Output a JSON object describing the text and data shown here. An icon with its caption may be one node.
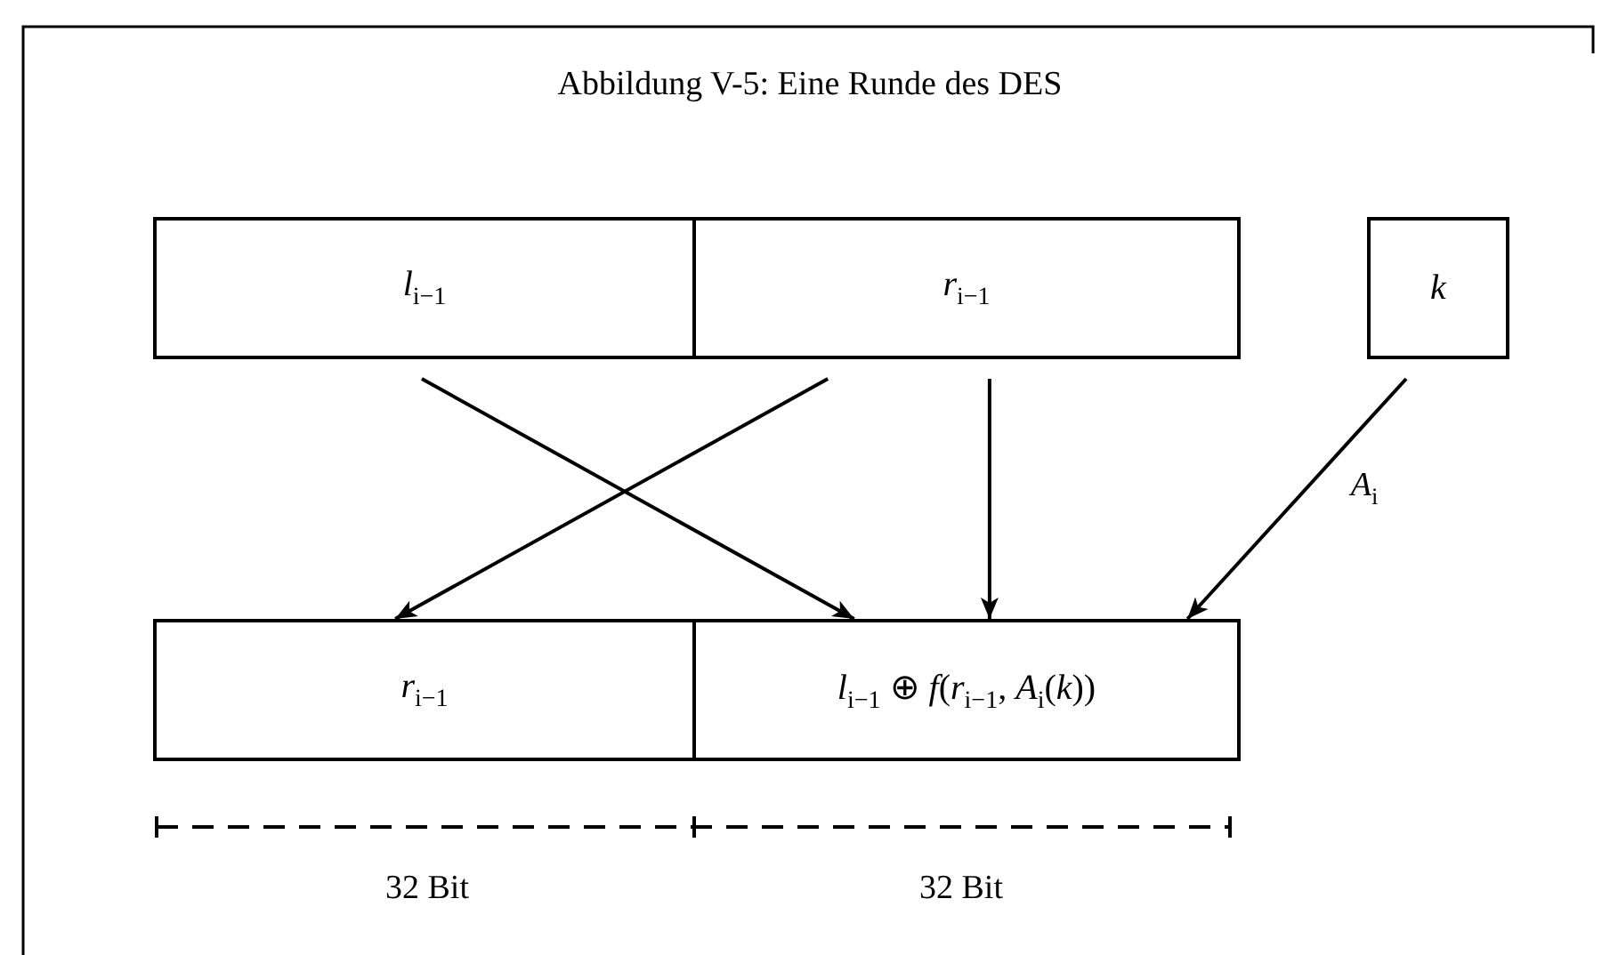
{
  "diagram": {
    "title": "Abbildung V-5: Eine Runde des DES",
    "nodes": [
      {
        "text": [
          "*l*$_{i−1}$"
        ]
      },
      {
        "text": [
          "*r*$_{i−1}$"
        ]
      },
      {
        "text": [
          "*k*"
        ]
      },
      {
        "text": [
          "*r*$_{i−1}$"
        ]
      },
      {
        "text": [
          "*l*$_{i−1}$ ⊕ *f*(*r*$_{i−1}$, *A*$_{i}$(*k*))"
        ]
      }
    ],
    "edges": [
      {
        "from": 0,
        "to": 4,
        "arrow": "to"
      },
      {
        "from": 1,
        "to": 3,
        "arrow": "to"
      },
      {
        "from": 1,
        "to": 4,
        "arrow": "to"
      },
      {
        "from": 2,
        "to": 4,
        "arrow": "to",
        "label": "*A*$_{i}$"
      }
    ],
    "labels": [
      "32 Bit",
      "32 Bit"
    ]
  }
}
